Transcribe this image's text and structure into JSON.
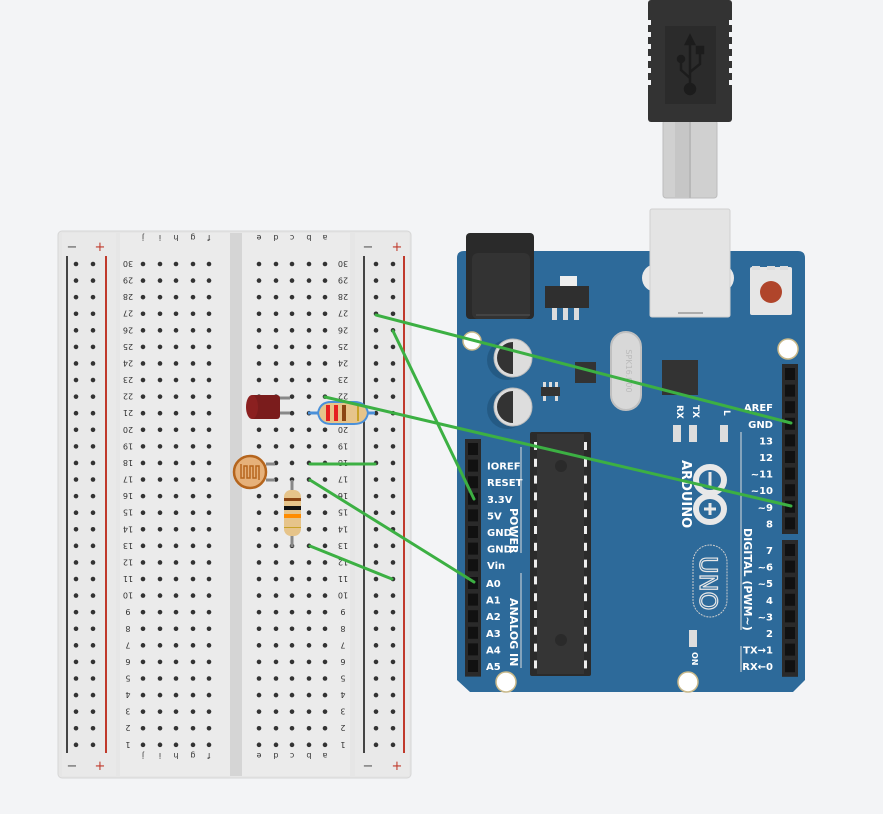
{
  "breadboard": {
    "column_letters_left": [
      "f",
      "g",
      "h",
      "i",
      "j"
    ],
    "column_letters_right": [
      "a",
      "b",
      "c",
      "d",
      "e"
    ],
    "rail_minus_label": "−",
    "rail_plus_label": "+",
    "rows": 30
  },
  "components": {
    "led": {
      "name": "Red LED",
      "color": "#8b1a1a"
    },
    "resistor_1": {
      "name": "Resistor",
      "bands": [
        "#e62020",
        "#e62020",
        "#8b4513",
        "#c9a227"
      ]
    },
    "photoresistor": {
      "name": "Photoresistor"
    },
    "resistor_2": {
      "name": "Resistor",
      "bands": [
        "#8b4513",
        "#111111",
        "#ff8c00",
        "#c9a227"
      ]
    }
  },
  "arduino": {
    "brand": "ARDUINO",
    "model": "UNO",
    "crystal_label": "SPK16.000",
    "power_header_title": "POWER",
    "power_pins": [
      "IOREF",
      "RESET",
      "3.3V",
      "5V",
      "GND",
      "GND",
      "Vin"
    ],
    "analog_header_title": "ANALOG IN",
    "analog_pins": [
      "A0",
      "A1",
      "A2",
      "A3",
      "A4",
      "A5"
    ],
    "digital_header_title": "DIGITAL (PWM~)",
    "digital_pins_top": [
      "AREF",
      "GND",
      "13",
      "12",
      "~11",
      "~10",
      "~9",
      "8"
    ],
    "digital_pins_bottom": [
      "7",
      "~6",
      "~5",
      "4",
      "~3",
      "2",
      "TX→1",
      "RX←0"
    ],
    "led_labels": {
      "rx": "RX",
      "tx": "TX",
      "l": "L",
      "on": "ON"
    }
  },
  "colors": {
    "board_blue": "#2d6a9a",
    "wire_green": "#3cb043",
    "background": "#f3f4f6"
  },
  "wires": [
    {
      "from": "breadboard-rail-minus-row27",
      "to": "arduino-GND"
    },
    {
      "from": "breadboard-rail-plus-row26",
      "to": "arduino-5V"
    },
    {
      "from": "breadboard-a22",
      "to": "arduino-~9"
    },
    {
      "from": "breadboard-b18",
      "to": "breadboard-rail-minus-row18"
    },
    {
      "from": "breadboard-b17",
      "to": "arduino-A0"
    },
    {
      "from": "breadboard-b13",
      "to": "breadboard-rail-plus-row11"
    }
  ]
}
